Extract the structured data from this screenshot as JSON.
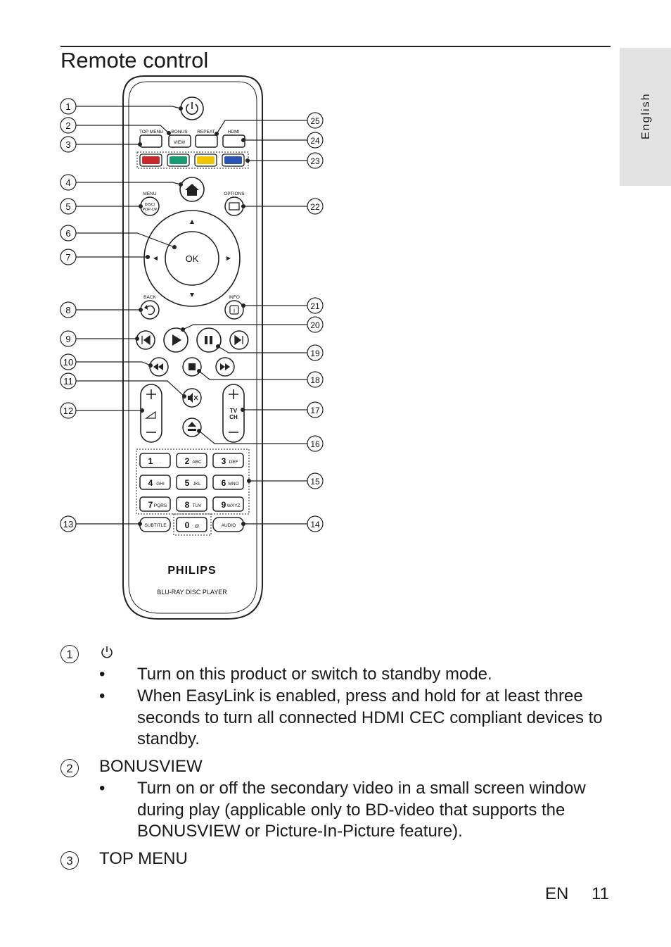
{
  "page": {
    "title": "Remote control",
    "side_tab": "English",
    "footer_lang": "EN",
    "page_number": "11"
  },
  "remote": {
    "brand": "PHILIPS",
    "model": "BLU-RAY DISC PLAYER",
    "labels": {
      "top_menu": "TOP MENU",
      "bonus": "BONUS",
      "view": "VIEW",
      "repeat": "REPEAT",
      "hdmi": "HDMI",
      "menu": "MENU",
      "disc": "DISC/",
      "popup": "POP-UP",
      "options": "OPTIONS",
      "ok": "OK",
      "back": "BACK",
      "info": "INFO",
      "tv": "TV",
      "ch": "CH",
      "subtitle": "SUBTITLE",
      "audio": "AUDIO"
    },
    "numpad": [
      {
        "digit": "1",
        "letters": "."
      },
      {
        "digit": "2",
        "letters": "ABC"
      },
      {
        "digit": "3",
        "letters": "DEF"
      },
      {
        "digit": "4",
        "letters": "GHI"
      },
      {
        "digit": "5",
        "letters": "JKL"
      },
      {
        "digit": "6",
        "letters": "MNO"
      },
      {
        "digit": "7",
        "letters": "PQRS"
      },
      {
        "digit": "8",
        "letters": "TUV"
      },
      {
        "digit": "9",
        "letters": "WXYZ"
      },
      {
        "digit": "0",
        "letters": "@"
      }
    ],
    "color_keys": [
      "#c8282a",
      "#1a9a73",
      "#f1c400",
      "#2b54b0"
    ],
    "callouts": [
      "1",
      "2",
      "3",
      "4",
      "5",
      "6",
      "7",
      "8",
      "9",
      "10",
      "11",
      "12",
      "13",
      "14",
      "15",
      "16",
      "17",
      "18",
      "19",
      "20",
      "21",
      "22",
      "23",
      "24",
      "25"
    ]
  },
  "sections": [
    {
      "number": "1",
      "heading_icon": "power-icon",
      "heading": "",
      "bullets": [
        "Turn on this product or switch to standby mode.",
        "When EasyLink is enabled, press and hold for at least three seconds to turn all connected HDMI CEC compliant devices to standby."
      ]
    },
    {
      "number": "2",
      "heading": "BONUSVIEW",
      "bullets": [
        "Turn on or off the secondary video in a small screen window during play (applicable only to BD-video that supports the BONUSVIEW or Picture-In-Picture feature)."
      ]
    },
    {
      "number": "3",
      "heading": "TOP MENU",
      "bullets": []
    }
  ],
  "bullet_char": "•"
}
